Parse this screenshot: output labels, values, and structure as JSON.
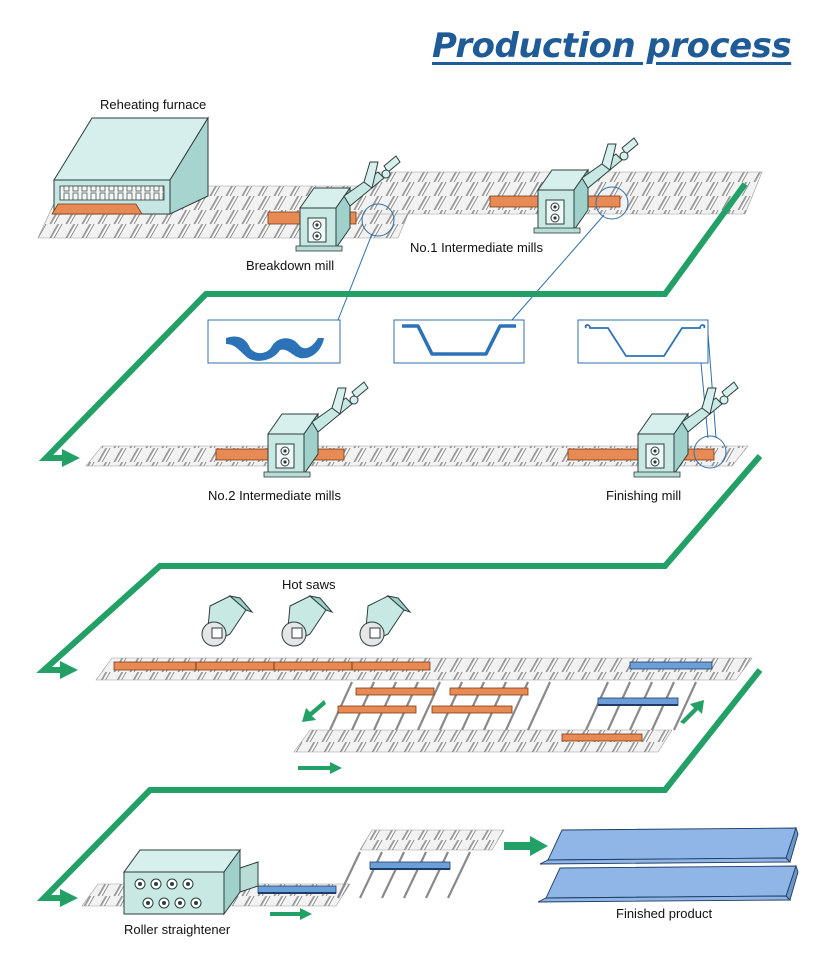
{
  "title": "Production process",
  "labels": {
    "reheating_furnace": "Reheating furnace",
    "breakdown_mill": "Breakdown mill",
    "intermediate_mills_1": "No.1  Intermediate mills",
    "intermediate_mills_2": "No.2 Intermediate mills",
    "finishing_mill": "Finishing mill",
    "hot_saws": "Hot saws",
    "roller_straightener": "Roller straightener",
    "finished_product": "Finished product"
  },
  "colors": {
    "title": "#1f5b96",
    "flow_arrow": "#22a066",
    "machine": "#c8e8e4",
    "hot_steel": "#e88a54",
    "cooled_steel": "#6c9fd8",
    "section_profile": "#2b73b6",
    "callout_line": "#2f6fa8"
  },
  "icons": [
    "reheating-furnace-icon",
    "rolling-mill-icon",
    "hot-saw-icon",
    "roller-straightener-icon",
    "sheet-pile-product-icon"
  ]
}
